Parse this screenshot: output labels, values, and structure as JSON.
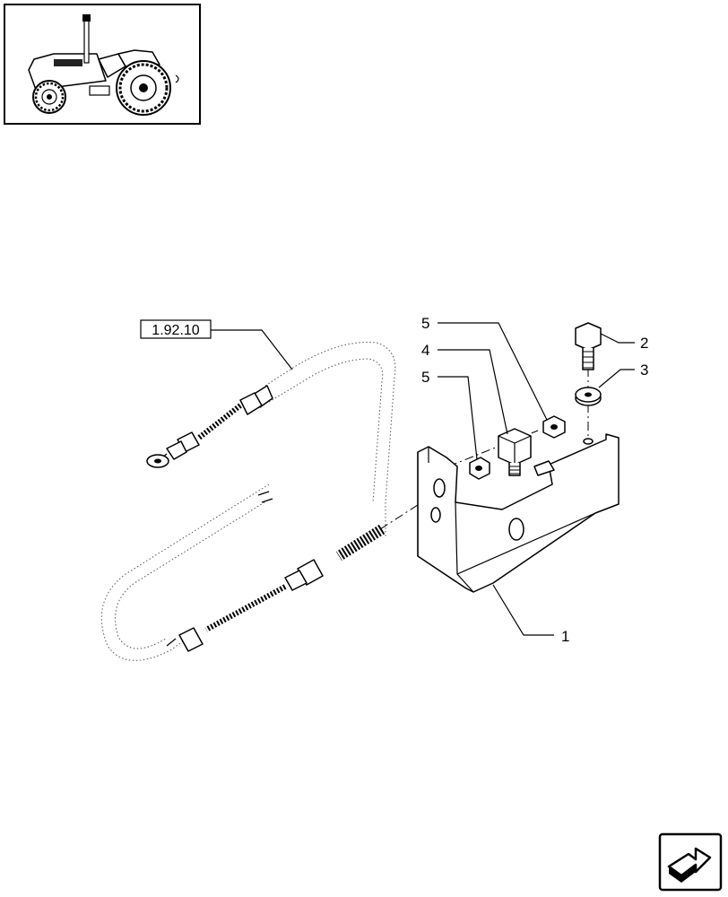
{
  "reference_box": {
    "label": "1.92.10"
  },
  "callouts": [
    {
      "id": "1",
      "label": "1"
    },
    {
      "id": "2",
      "label": "2"
    },
    {
      "id": "3",
      "label": "3"
    },
    {
      "id": "4",
      "label": "4"
    },
    {
      "id": "5a",
      "label": "5"
    },
    {
      "id": "5b",
      "label": "5"
    }
  ],
  "thumbnail": {
    "icon": "tractor-icon"
  },
  "navigation": {
    "icon": "next-page-arrow-icon"
  }
}
